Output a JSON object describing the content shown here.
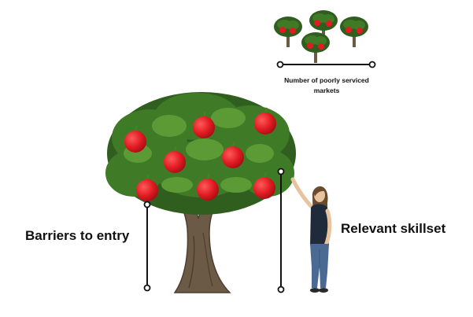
{
  "labels": {
    "barriers": "Barriers to entry",
    "skillset": "Relevant skillset",
    "markets": "Number of poorly serviced markets"
  },
  "colors": {
    "foliage_dark": "#2f5e1e",
    "foliage_mid": "#3f7a27",
    "foliage_light": "#5c9a36",
    "trunk": "#6b5a45",
    "trunk_dark": "#4d3f30",
    "apple": "#e01b22",
    "apple_shade": "#a50f14",
    "leaf": "#3b8a1f",
    "line": "#111111",
    "shirt": "#1f2a3a",
    "jeans": "#4a6a94",
    "hair": "#6a4a2a",
    "skin": "#e8c3a0"
  },
  "icons": [
    "apple-tree-illustration",
    "small-apple-tree-icon",
    "woman-figure-illustration"
  ]
}
